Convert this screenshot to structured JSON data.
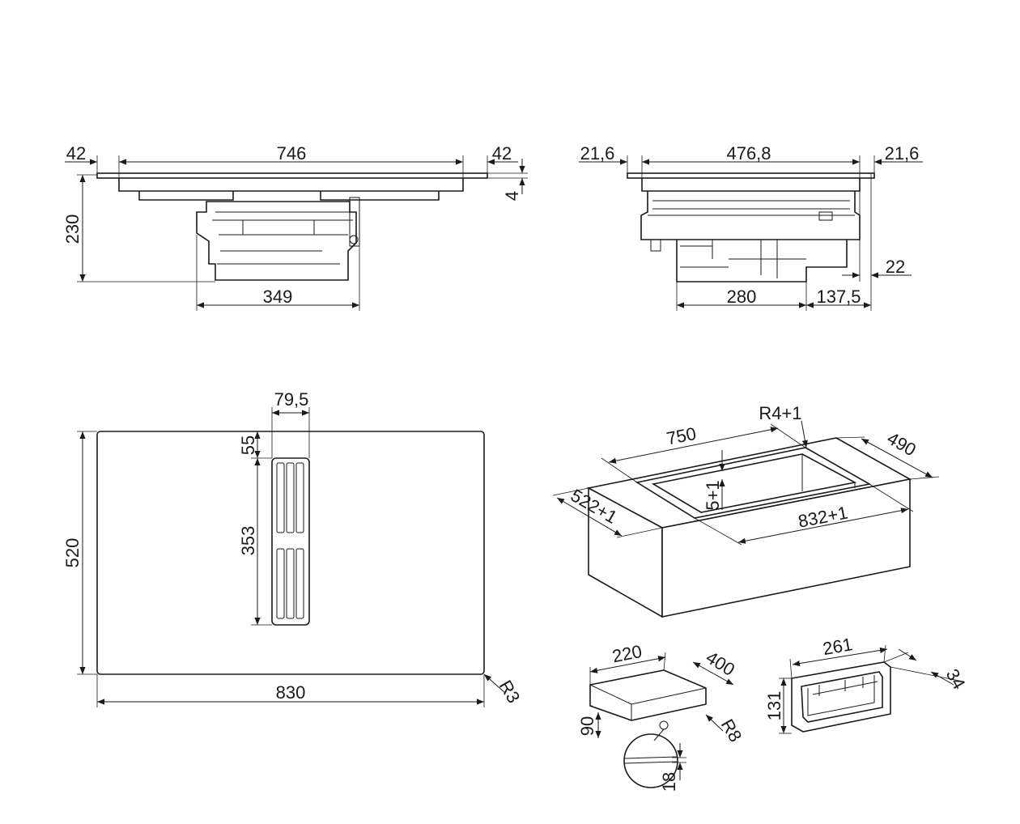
{
  "views": {
    "front_elevation": {
      "left_overhang": "42",
      "glass_width": "746",
      "right_overhang": "42",
      "glass_thickness": "4",
      "total_depth": "230",
      "motor_width": "349"
    },
    "side_elevation": {
      "left_overhang": "21,6",
      "glass_depth": "476,8",
      "right_overhang": "21,6",
      "rear_gap": "22",
      "motor_depth": "280",
      "rear_offset": "137,5"
    },
    "top_view": {
      "vent_width": "79,5",
      "vent_offset": "55",
      "vent_length": "353",
      "hob_depth": "520",
      "hob_width": "830",
      "corner_radius": "R3"
    },
    "cutout": {
      "opening_width": "750",
      "corner_radius": "R4+1",
      "opening_depth": "490",
      "rebate_depth": "5+1",
      "cutout_depth": "522+1",
      "cutout_width": "832+1"
    },
    "duct_box": {
      "width": "220",
      "length": "400",
      "height": "90",
      "radius": "R8",
      "wall": "18"
    },
    "duct_flange": {
      "width": "261",
      "depth": "34",
      "height": "131"
    }
  }
}
